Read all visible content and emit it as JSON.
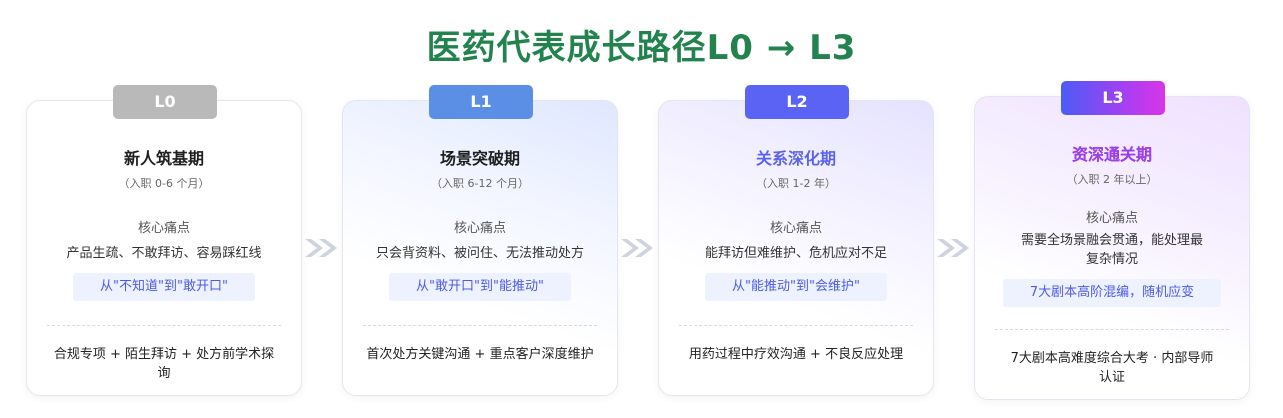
{
  "title": "医药代表成长路径L0 → L3",
  "stages": [
    {
      "level": "L0",
      "name": "新人筑基期",
      "period": "（入职 0-6 个月）",
      "pain_heading": "核心痛点",
      "pain_text": "产品生疏、不敢拜访、容易踩红线",
      "goal": "从\"不知道\"到\"敢开口\"",
      "training": "合规专项 + 陌生拜访 + 处方前学术探询"
    },
    {
      "level": "L1",
      "name": "场景突破期",
      "period": "（入职 6-12 个月）",
      "pain_heading": "核心痛点",
      "pain_text": "只会背资料、被问住、无法推动处方",
      "goal": "从\"敢开口\"到\"能推动\"",
      "training": "首次处方关键沟通 + 重点客户深度维护"
    },
    {
      "level": "L2",
      "name": "关系深化期",
      "period": "（入职 1-2 年）",
      "pain_heading": "核心痛点",
      "pain_text": "能拜访但难维护、危机应对不足",
      "goal": "从\"能推动\"到\"会维护\"",
      "training": "用药过程中疗效沟通 + 不良反应处理"
    },
    {
      "level": "L3",
      "name": "资深通关期",
      "period": "（入职 2 年以上）",
      "pain_heading": "核心痛点",
      "pain_text": "需要全场景融会贯通，能处理最复杂情况",
      "goal": "7大剧本高阶混编，随机应变",
      "training": "7大剧本高难度综合大考 · 内部导师认证"
    }
  ],
  "arrow_icon": "double-chevron-right-icon",
  "colors": {
    "title": "#23834f",
    "L0": "#b9b9b9",
    "L1": "#5b8fe6",
    "L2": "#5b63f5",
    "L3_start": "#4b5cf6",
    "L3_end": "#d935e8",
    "goal_text": "#4a5be6",
    "goal_bg": "#eef2ff"
  }
}
